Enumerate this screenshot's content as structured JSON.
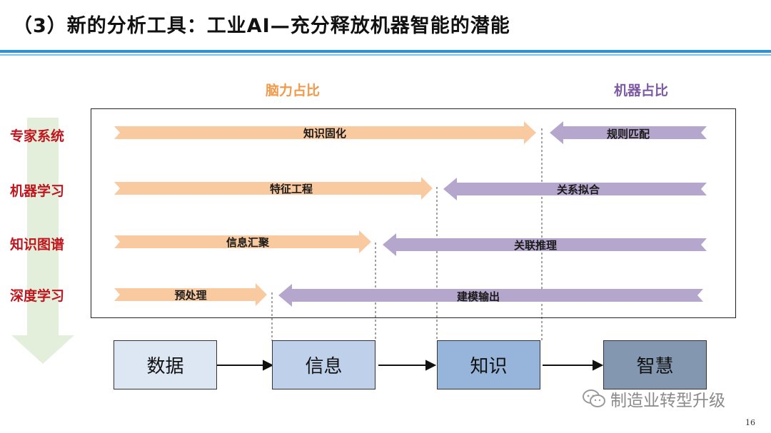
{
  "title": "（3）新的分析工具：工业AI—充分释放机器智能的潜能",
  "headers": {
    "brain": "脑力占比",
    "machine": "机器占比"
  },
  "rows": [
    {
      "label": "专家系统",
      "brain_arrow": "知识固化",
      "machine_arrow": "规则匹配"
    },
    {
      "label": "机器学习",
      "brain_arrow": "特征工程",
      "machine_arrow": "关系拟合"
    },
    {
      "label": "知识图谱",
      "brain_arrow": "信息汇聚",
      "machine_arrow": "关联推理"
    },
    {
      "label": "深度学习",
      "brain_arrow": "预处理",
      "machine_arrow": "建模输出"
    }
  ],
  "stages": [
    {
      "label": "数据",
      "color": "#dde7f4"
    },
    {
      "label": "信息",
      "color": "#bfd1ea"
    },
    {
      "label": "知识",
      "color": "#97b4da"
    },
    {
      "label": "智慧",
      "color": "#8497b0"
    }
  ],
  "colors": {
    "brain": "#f9c9a0",
    "machine": "#b4a6cc",
    "side_arrow": "#e3efda",
    "title_rule": "#2b93d1"
  },
  "watermark": "制造业转型升级",
  "page_number": "16"
}
